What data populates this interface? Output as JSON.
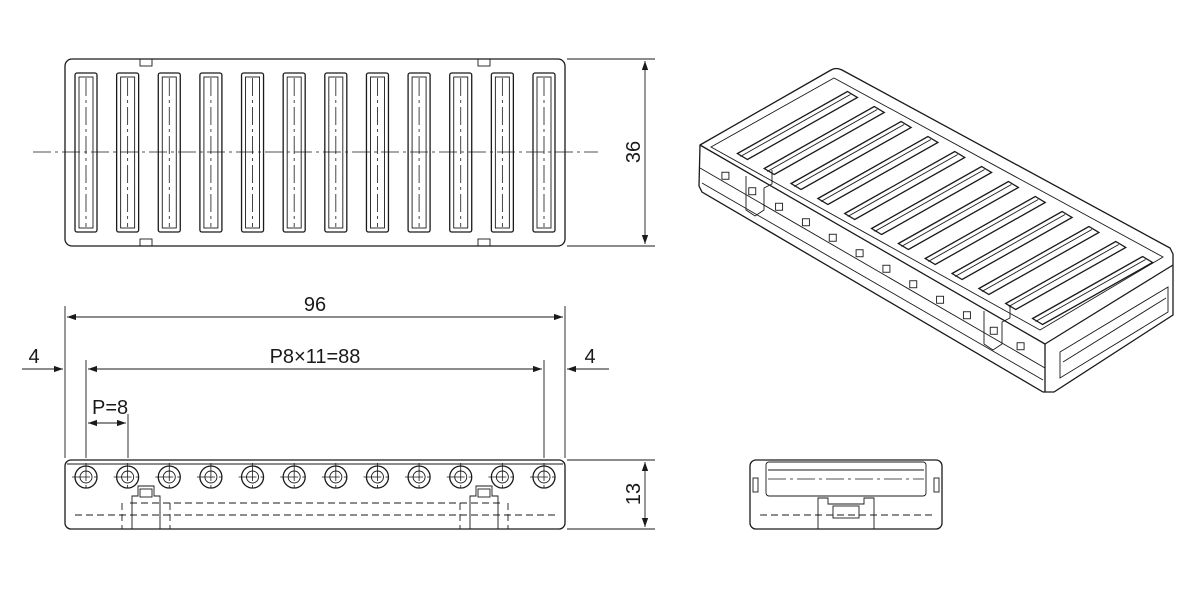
{
  "drawing": {
    "line_color": "#1a1a1a",
    "background": "#ffffff",
    "dimensions": {
      "height_top_view": "36",
      "overall_length": "96",
      "pitch_total": "P8×11=88",
      "end_margin_left": "4",
      "end_margin_right": "4",
      "pitch": "P=8",
      "height_front_view": "13"
    },
    "slot_count": 12,
    "views": [
      "top-view",
      "front-view",
      "side-view",
      "isometric-view"
    ]
  }
}
